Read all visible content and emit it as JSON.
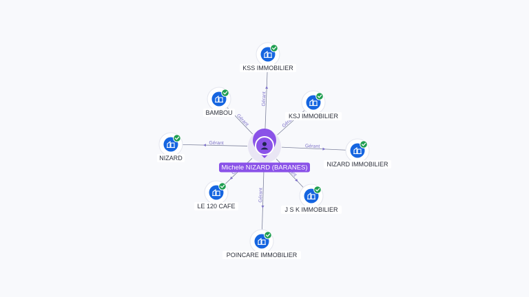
{
  "center": {
    "label": "Michele NIZARD (BARANES)",
    "icon": "person-icon",
    "color": "#8a52e8"
  },
  "edge_label": "Gérant",
  "company_icon": "building-icon",
  "status_icon": "check-badge-icon",
  "colors": {
    "company": "#1565e0",
    "check": "#1f9e50",
    "edge": "#7a7f9a",
    "edge_label": "#7d72c8"
  },
  "companies": [
    {
      "label": "KSS IMMOBILIER"
    },
    {
      "label": "KSJ IMMOBILIER"
    },
    {
      "label": "NIZARD IMMOBILIER"
    },
    {
      "label": "J S K IMMOBILIER"
    },
    {
      "label": "POINCARE IMMOBILIER"
    },
    {
      "label": "LE 120 CAFE"
    },
    {
      "label": "NIZARD"
    },
    {
      "label": "BAMBOU"
    }
  ]
}
